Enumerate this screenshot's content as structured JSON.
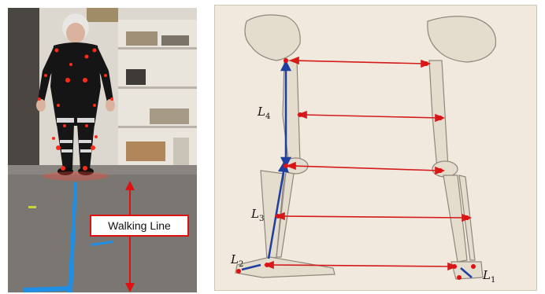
{
  "photo": {
    "walking_line_label": "Walking Line",
    "colors": {
      "marker": "#ff2a1a",
      "walking_line": "#1f8fe6",
      "arrow": "#e01010"
    }
  },
  "drawing": {
    "segment_labels": [
      {
        "id": "L4",
        "symbol": "L",
        "sub": "4"
      },
      {
        "id": "L3",
        "symbol": "L",
        "sub": "3"
      },
      {
        "id": "L2",
        "symbol": "L",
        "sub": "2"
      },
      {
        "id": "L1",
        "symbol": "L",
        "sub": "1"
      }
    ],
    "colors": {
      "bone": "#e4dccd",
      "bone_shadow": "#8f877b",
      "arrow": "#d41a1a",
      "segment": "#1f3fa0"
    }
  }
}
